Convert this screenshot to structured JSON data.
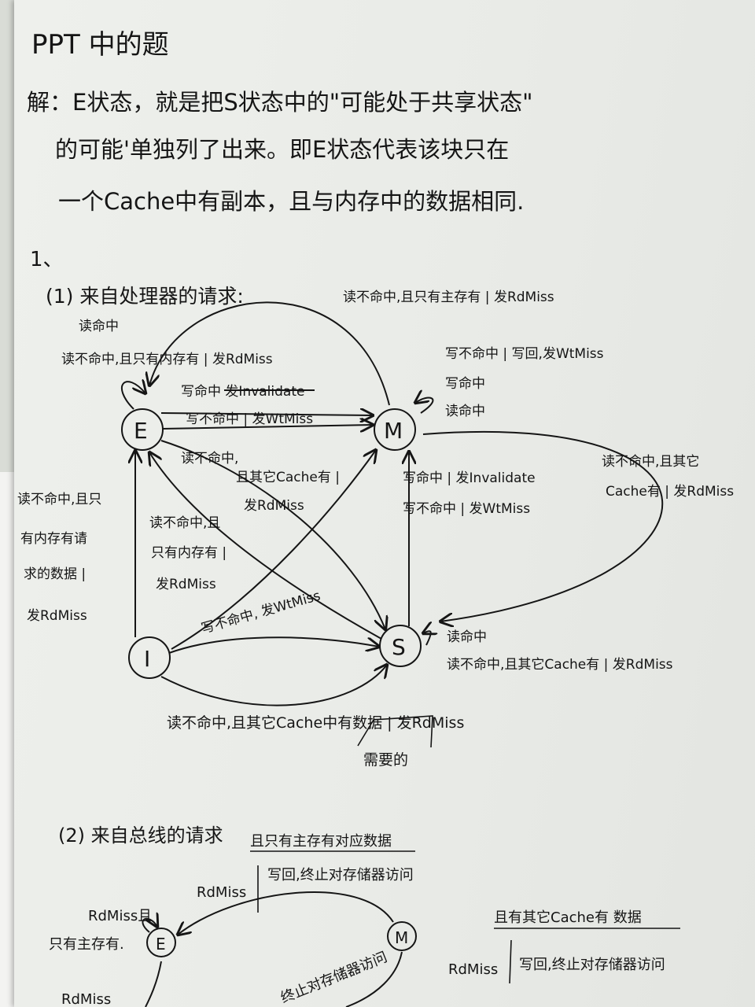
{
  "header": {
    "title": "PPT 中的题",
    "explain_lines": [
      "解：E状态，就是把S状态中的\"可能处于共享状态\"",
      "的可能'单独列了出来。即E状态代表该块只在",
      "一个Cache中有副本，且与内存中的数据相同."
    ],
    "section_number": "1、"
  },
  "part1": {
    "heading": "(1) 来自处理器的请求:",
    "states": {
      "E": "E",
      "M": "M",
      "S": "S",
      "I": "I"
    },
    "labels": {
      "e_self_hit": "读命中",
      "e_self_miss": "读不命中,且只有内存有 | 发RdMiss",
      "top_arc": "读不命中,且只有主存有 | 发RdMiss",
      "m_self_1": "写不命中 | 写回,发WtMiss",
      "m_self_2": "写命中",
      "m_self_3": "读命中",
      "e_to_m_1": "写命中 发Invalidate",
      "e_to_m_2": "写不命中 | 发WtMiss",
      "e_to_s_1": "读不命中,",
      "e_to_s_2": "且其它Cache有 |",
      "e_to_s_3": "发RdMiss",
      "s_to_m_1": "写命中 | 发Invalidate",
      "s_to_m_2": "写不命中 | 发WtMiss",
      "m_to_s_1": "读不命中,且其它",
      "m_to_s_2": "Cache有 | 发RdMiss",
      "i_to_e_1": "读不命中,且只",
      "i_to_e_2": "有内存有请",
      "i_to_e_3": "求的数据 |",
      "i_to_e_4": "发RdMiss",
      "s_to_e_1": "读不命中,且",
      "s_to_e_2": "只有内存有 |",
      "s_to_e_3": "发RdMiss",
      "i_to_m": "写不命中, 发WtMiss",
      "s_self_1": "读命中",
      "s_self_2": "读不命中,且其它Cache有 | 发RdMiss",
      "i_to_s": "读不命中,且其它Cache中有数据 | 发RdMiss",
      "note": "需要的"
    }
  },
  "part2": {
    "heading": "(2) 来自总线的请求",
    "states": {
      "E": "E",
      "M": "M"
    },
    "labels": {
      "top_cond": "且只有主存有对应数据",
      "rdmiss_left": "RdMiss",
      "writeback_1": "写回,终止对存储器访问",
      "e_self_1": "RdMiss且",
      "e_self_2": "只有主存有.",
      "right_cond": "且有其它Cache有 数据",
      "rdmiss_right": "RdMiss",
      "writeback_2": "写回,终止对存储器访问",
      "lower_text": "终止对存储器访问",
      "bottom_left": "RdMiss"
    }
  }
}
